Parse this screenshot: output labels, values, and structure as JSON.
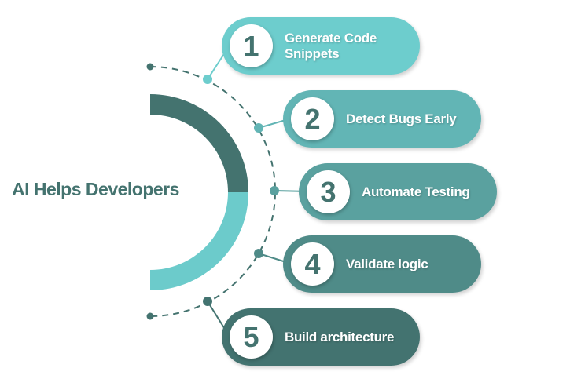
{
  "title": "AI Helps Developers",
  "colors": {
    "dark": "#44736f",
    "light": "#6ccbcb"
  },
  "steps": [
    {
      "number": "1",
      "label": "Generate Code Snippets",
      "color": "#6dcdcd"
    },
    {
      "number": "2",
      "label": "Detect Bugs Early",
      "color": "#62b5b5"
    },
    {
      "number": "3",
      "label": "Automate Testing",
      "color": "#5aa19f"
    },
    {
      "number": "4",
      "label": "Validate logic",
      "color": "#4f8b88"
    },
    {
      "number": "5",
      "label": "Build architecture",
      "color": "#437370"
    }
  ]
}
